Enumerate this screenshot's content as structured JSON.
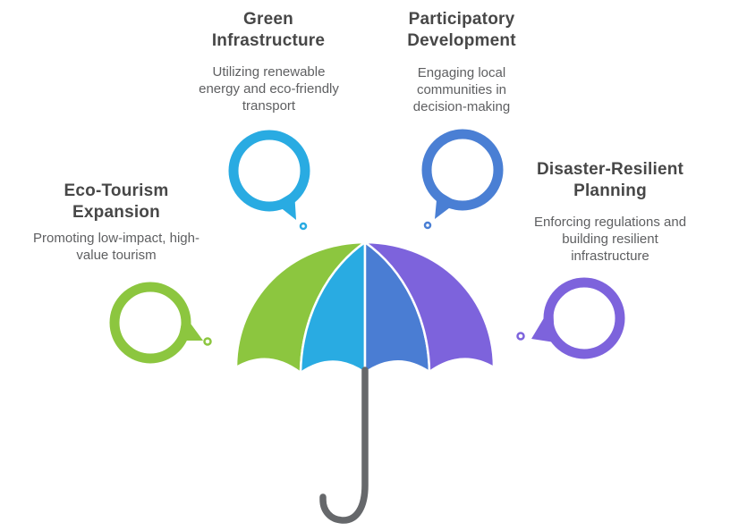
{
  "diagram": {
    "kind": "umbrella-infographic",
    "background": "#ffffff",
    "text_colors": {
      "title": "#474747",
      "body": "#5E5F61"
    },
    "umbrella": {
      "panel_colors": [
        "#8CC63F",
        "#29ABE2",
        "#4A7DD3",
        "#7D63DC"
      ],
      "seam_color": "#ffffff",
      "handle_color": "#66686B"
    },
    "items": [
      {
        "id": "eco-tourism-expansion",
        "title": "Eco-Tourism Expansion",
        "description": "Promoting low-impact, high-value tourism",
        "icon": "speech-bubble",
        "color": "#8CC63F"
      },
      {
        "id": "green-infrastructure",
        "title": "Green Infrastructure",
        "description": "Utilizing renewable energy and eco-friendly transport",
        "icon": "speech-bubble",
        "color": "#29ABE2"
      },
      {
        "id": "participatory-development",
        "title": "Participatory Development",
        "description": "Engaging local communities in decision-making",
        "icon": "speech-bubble",
        "color": "#4A7FD4"
      },
      {
        "id": "disaster-resilient-planning",
        "title": "Disaster-Resilient Planning",
        "description": "Enforcing regulations and building resilient infrastructure",
        "icon": "speech-bubble",
        "color": "#7D63DC"
      }
    ]
  }
}
